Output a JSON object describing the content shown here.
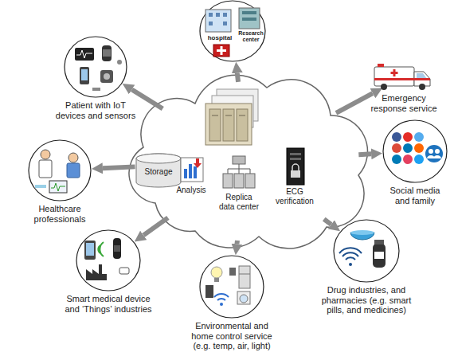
{
  "diagram": {
    "nodes": [
      {
        "text": [
          "Analysis",
          "Replica data center",
          "ECG verification"
        ]
      },
      {
        "text": [
          "Storage"
        ],
        "in": 0
      },
      {
        "text": [
          "hospital",
          "Research center"
        ]
      },
      {
        "text": [
          "Emergency response service"
        ]
      },
      {
        "text": [
          "Social media and family"
        ]
      },
      {
        "text": [
          "Drug industries, and pharmacies (e.g. smart pills, and medicines)"
        ]
      },
      {
        "text": [
          "Environmental and home control service (e.g. temp, air, light)"
        ]
      },
      {
        "text": [
          "Smart medical device and ‘Things’ industries"
        ]
      },
      {
        "text": [
          "Healthcare professionals"
        ]
      },
      {
        "text": [
          "Patient with IoT devices and sensors"
        ]
      }
    ],
    "edges": [
      {
        "from": 0,
        "to": 2,
        "arrow": "to"
      },
      {
        "from": 0,
        "to": 3,
        "arrow": "to"
      },
      {
        "from": 0,
        "to": 4,
        "arrow": "to"
      },
      {
        "from": 0,
        "to": 5,
        "arrow": "to"
      },
      {
        "from": 0,
        "to": 6,
        "arrow": "to"
      },
      {
        "from": 0,
        "to": 7,
        "arrow": "to"
      },
      {
        "from": 0,
        "to": 8,
        "arrow": "to"
      },
      {
        "from": 0,
        "to": 9,
        "arrow": "to"
      }
    ]
  }
}
